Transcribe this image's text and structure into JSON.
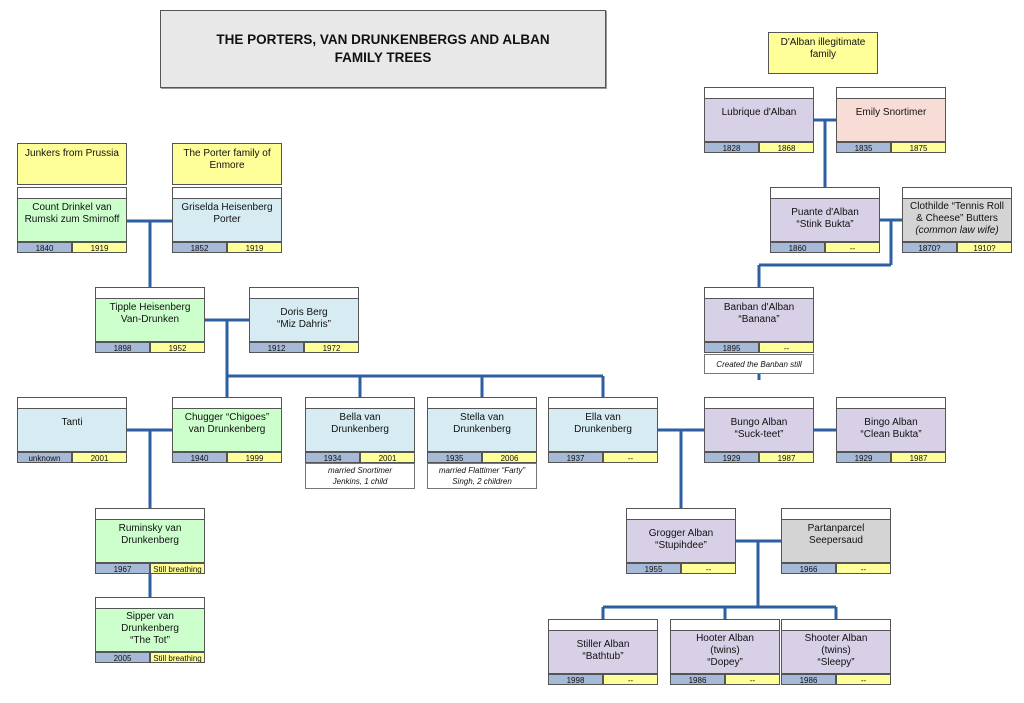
{
  "title": {
    "line1": "THE PORTERS, VAN DRUNKENBERGS AND ALBAN",
    "line2": "FAMILY TREES"
  },
  "labels": {
    "junkers": "Junkers from Prussia",
    "porter_line1": "The Porter family of",
    "porter_line2": "Enmore",
    "dalban_line1": "D'Alban illegitimate",
    "dalban_line2": "family"
  },
  "people": {
    "count_drinkel": {
      "line1": "Count Drinkel van",
      "line2": "Rumski zum Smirnoff",
      "born": "1840",
      "died": "1919"
    },
    "griselda": {
      "line1": "Griselda Heisenberg",
      "line2": "Porter",
      "born": "1852",
      "died": "1919"
    },
    "tipple": {
      "line1": "Tipple Heisenberg",
      "line2": "Van-Drunken",
      "born": "1898",
      "died": "1952"
    },
    "doris": {
      "line1": "Doris Berg",
      "line2": "“Miz Dahris”",
      "born": "1912",
      "died": "1972"
    },
    "tanti": {
      "line1": "Tanti",
      "born": "unknown",
      "died": "2001"
    },
    "chugger": {
      "line1": "Chugger “Chigoes”",
      "line2": "van Drunkenberg",
      "born": "1940",
      "died": "1999"
    },
    "bella": {
      "line1": "Bella van",
      "line2": "Drunkenberg",
      "born": "1934",
      "died": "2001",
      "note1": "married Snortimer",
      "note2": "Jenkins, 1 child"
    },
    "stella": {
      "line1": "Stella van",
      "line2": "Drunkenberg",
      "born": "1935",
      "died": "2006",
      "note1": "married Flattimer “Farty”",
      "note2": "Singh, 2 children"
    },
    "ella": {
      "line1": "Ella van",
      "line2": "Drunkenberg",
      "born": "1937",
      "died": "--"
    },
    "ruminsky": {
      "line1": "Ruminsky van",
      "line2": "Drunkenberg",
      "born": "1967",
      "died": "Still breathing"
    },
    "sipper": {
      "line1": "Sipper van",
      "line2": "Drunkenberg",
      "line3": "“The Tot”",
      "born": "2005",
      "died": "Still breathing"
    },
    "lubrique": {
      "line1": "Lubrique d'Alban",
      "born": "1828",
      "died": "1868"
    },
    "emily": {
      "line1": "Emily Snortimer",
      "born": "1835",
      "died": "1875"
    },
    "puante": {
      "line1": "Puante d'Alban",
      "line2": "“Stink Bukta”",
      "born": "1860",
      "died": "--"
    },
    "clothilde": {
      "line1": "Clothilde “Tennis Roll",
      "line2": "& Cheese” Butters",
      "line3": "(common law wife)",
      "born": "1870?",
      "died": "1910?"
    },
    "banban": {
      "line1": "Banban d'Alban",
      "line2": "“Banana”",
      "born": "1895",
      "died": "--",
      "note1": "Created the Banban still"
    },
    "bungo": {
      "line1": "Bungo Alban",
      "line2": "“Suck-teet”",
      "born": "1929",
      "died": "1987"
    },
    "bingo": {
      "line1": "Bingo Alban",
      "line2": "“Clean Bukta”",
      "born": "1929",
      "died": "1987"
    },
    "grogger": {
      "line1": "Grogger Alban",
      "line2": "“Stupihdee”",
      "born": "1955",
      "died": "--"
    },
    "partanparcel": {
      "line1": "Partanparcel",
      "line2": "Seepersaud",
      "born": "1966",
      "died": "--"
    },
    "stiller": {
      "line1": "Stiller Alban",
      "line2": "“Bathtub”",
      "born": "1998",
      "died": "--"
    },
    "hooter": {
      "line1": "Hooter Alban",
      "line2": "(twins)",
      "line3": "“Dopey”",
      "born": "1986",
      "died": "--"
    },
    "shooter": {
      "line1": "Shooter Alban",
      "line2": "(twins)",
      "line3": "“Sleepy”",
      "born": "1986",
      "died": "--"
    }
  },
  "colors": {
    "connector": "#2e5fa3",
    "birth_cell": "#a6b9d6",
    "death_cell": "#ffff99",
    "label_fill": "#ffff99"
  }
}
